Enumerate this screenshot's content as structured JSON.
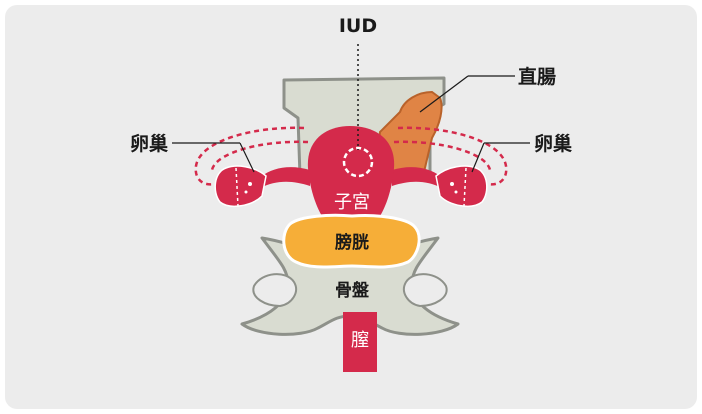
{
  "labels": {
    "iud": "IUD",
    "rectum": "直腸",
    "ovary_left": "卵巢",
    "ovary_right": "卵巢",
    "uterus": "子宮",
    "bladder": "膀胱",
    "pelvis": "骨盤",
    "vagina": "膣"
  },
  "colors": {
    "background_panel": "#ececec",
    "bone_fill": "#d9dcd1",
    "bone_stroke": "#8e918a",
    "organ_red": "#d42a4b",
    "rectum_orange": "#e08445",
    "bladder_yellow": "#f6ae38",
    "text_dark": "#1a1a1a",
    "text_light": "#ffffff"
  }
}
